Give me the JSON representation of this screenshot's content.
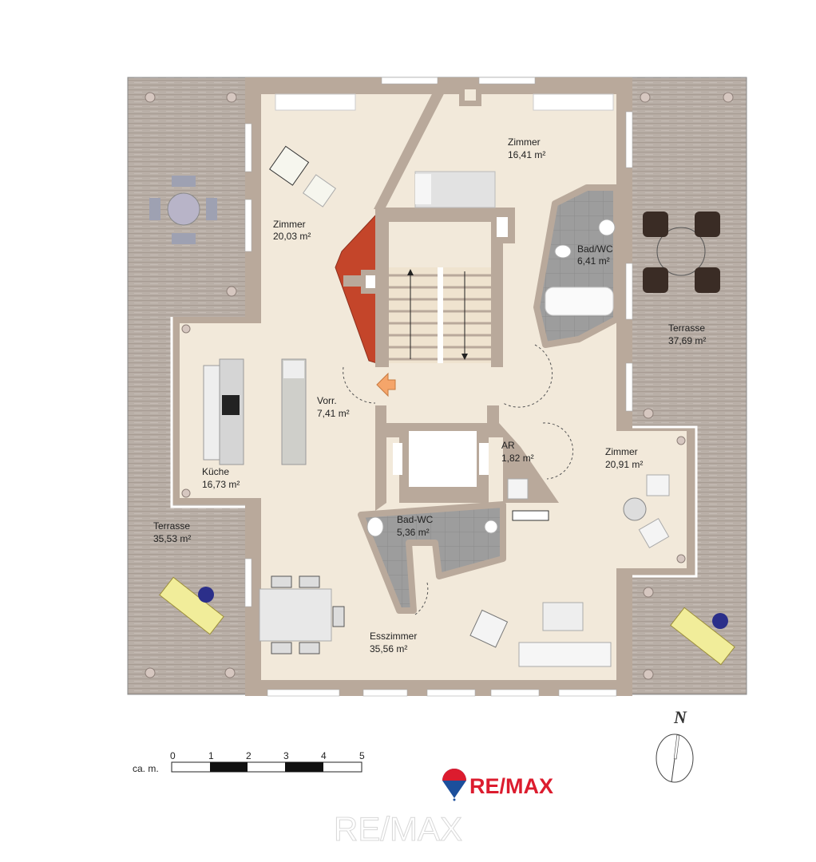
{
  "rooms": [
    {
      "name": "Zimmer",
      "area": "16,41 m²"
    },
    {
      "name": "Zimmer",
      "area": "20,03 m²"
    },
    {
      "name": "Bad/WC",
      "area": "6,41 m²"
    },
    {
      "name": "Terrasse",
      "area": "37,69 m²"
    },
    {
      "name": "Vorr.",
      "area": "7,41 m²"
    },
    {
      "name": "AR",
      "area": "1,82 m²"
    },
    {
      "name": "Zimmer",
      "area": "20,91 m²"
    },
    {
      "name": "Küche",
      "area": "16,73 m²"
    },
    {
      "name": "Terrasse",
      "area": "35,53 m²"
    },
    {
      "name": "Bad-WC",
      "area": "5,36 m²"
    },
    {
      "name": "Esszimmer",
      "area": "35,56 m²"
    }
  ],
  "scale": {
    "unit_label": "ca. m.",
    "ticks": [
      "0",
      "1",
      "2",
      "3",
      "4",
      "5"
    ]
  },
  "compass": {
    "label": "N"
  },
  "brand": {
    "logo_text": "RE/MAX",
    "watermark": "RE/MAX"
  },
  "colors": {
    "floor": "#f2e9da",
    "wall": "#b9a99b",
    "terrace": "#b8aea6",
    "chimney": "#c4452a",
    "bath": "#9a9a9a",
    "brand_red": "#dc1c2e",
    "brand_blue": "#1c4f9c"
  }
}
